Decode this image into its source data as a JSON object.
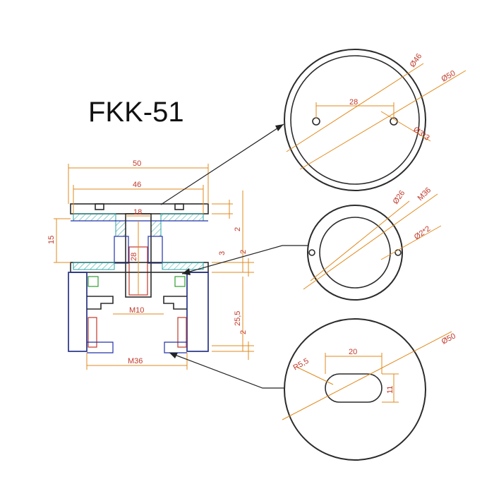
{
  "title": "FKK-51",
  "section": {
    "dim_50": "50",
    "dim_46": "46",
    "dim_18": "18",
    "dim_15": "15",
    "dim_28": "28",
    "dim_2_top": "2",
    "dim_3": "3",
    "dim_2_mid": "2",
    "dim_25_5": "25,5",
    "dim_2_bottom": "2",
    "dim_m10": "M10",
    "dim_m36": "M36"
  },
  "detail_top": {
    "dia_46": "Ø46",
    "dia_50": "Ø50",
    "dim_28": "28",
    "hole": "Ø3*3"
  },
  "detail_middle": {
    "dia_26": "Ø26",
    "thread": "M36",
    "holes": "Ø2*2"
  },
  "detail_bottom": {
    "dia_50": "Ø50",
    "dim_20": "20",
    "radius": "R5,5",
    "dim_11": "11"
  }
}
